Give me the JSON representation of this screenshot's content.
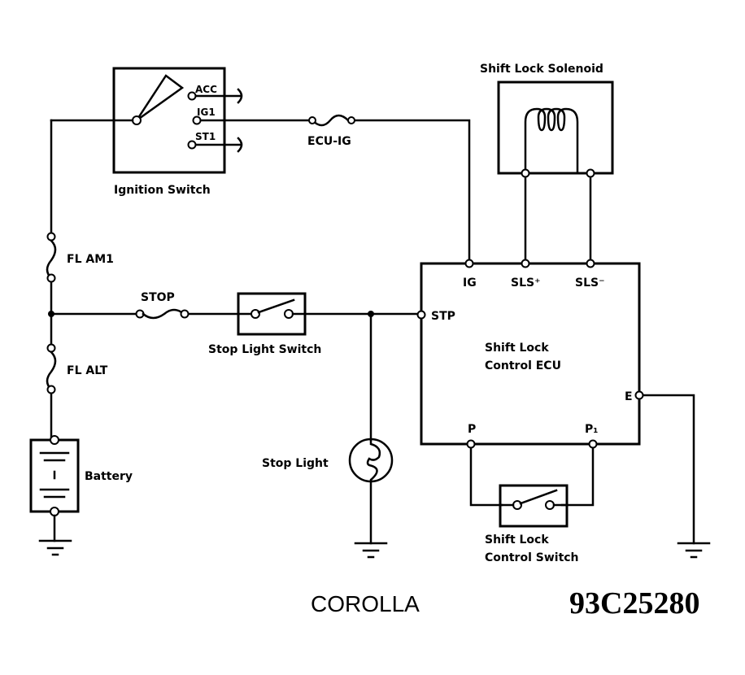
{
  "diagram": {
    "title_model": "COROLLA",
    "figure_code": "93C25280",
    "components": {
      "ignition_switch": {
        "label": "Ignition Switch",
        "terminals": [
          "ACC",
          "IG1",
          "ST1"
        ]
      },
      "ecu_ig_fuse": {
        "label": "ECU-IG"
      },
      "shift_lock_solenoid": {
        "label": "Shift Lock Solenoid"
      },
      "fl_am1": {
        "label": "FL AM1"
      },
      "stop_fuse": {
        "label": "STOP"
      },
      "stop_light_switch": {
        "label": "Stop Light Switch"
      },
      "fl_alt": {
        "label": "FL ALT"
      },
      "battery": {
        "label": "Battery"
      },
      "stop_light": {
        "label": "Stop Light"
      },
      "ecu": {
        "label_line1": "Shift Lock",
        "label_line2": "Control ECU",
        "terminals": {
          "ig": "IG",
          "sls_plus": "SLS⁺",
          "sls_minus": "SLS⁻",
          "stp": "STP",
          "e": "E",
          "p": "P",
          "p1": "P₁"
        }
      },
      "shift_lock_control_switch": {
        "label_line1": "Shift Lock",
        "label_line2": "Control Switch"
      }
    }
  }
}
